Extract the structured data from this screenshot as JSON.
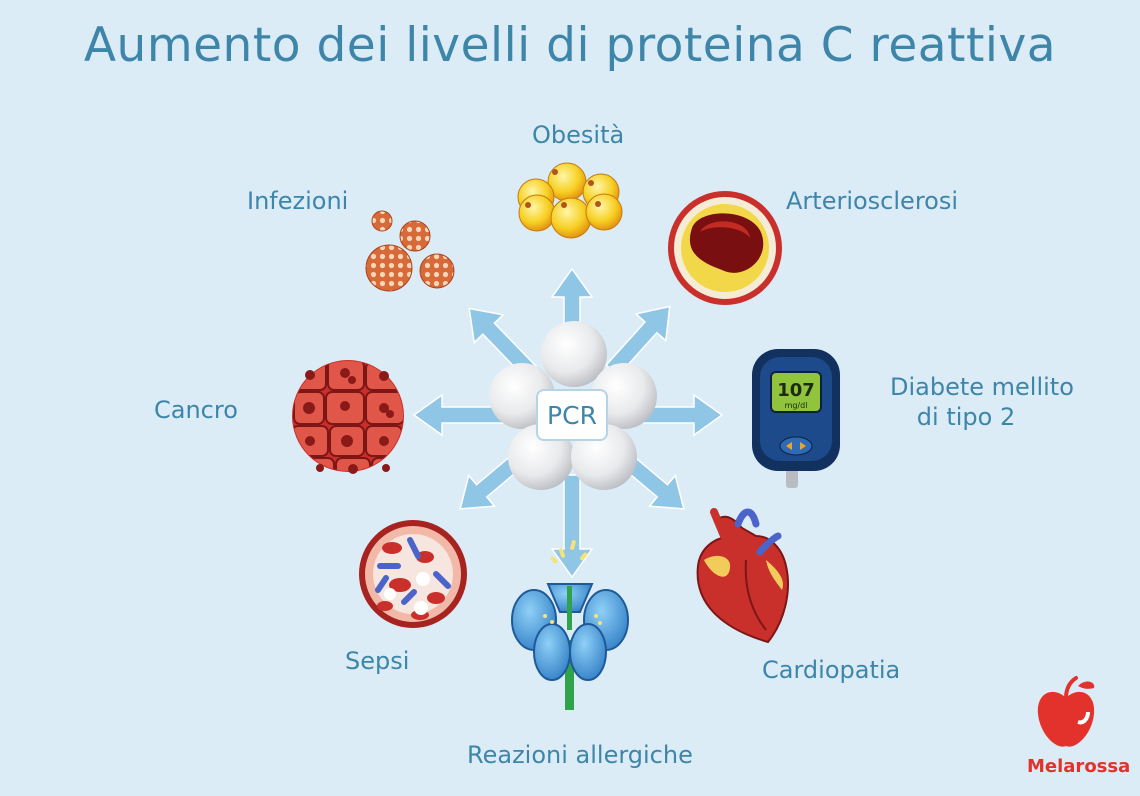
{
  "title": "Aumento dei livelli di proteina C reattiva",
  "center": {
    "label": "PCR"
  },
  "conditions": {
    "obesity": "Obesità",
    "arteriosclerosis": "Arteriosclerosi",
    "infections": "Infezioni",
    "diabetes_line1": "Diabete mellito",
    "diabetes_line2": "di tipo 2",
    "cancer": "Cancro",
    "sepsis": "Sepsi",
    "heart_disease": "Cardiopatia",
    "allergic_reactions": "Reazioni allergiche"
  },
  "glucometer": {
    "reading": "107",
    "unit": "mg/dl"
  },
  "brand": {
    "name": "Melarossa",
    "color": "#e3322b"
  },
  "colors": {
    "text": "#3d86a9",
    "background": "#dcecf6",
    "arrow": "#8fc6e6"
  }
}
